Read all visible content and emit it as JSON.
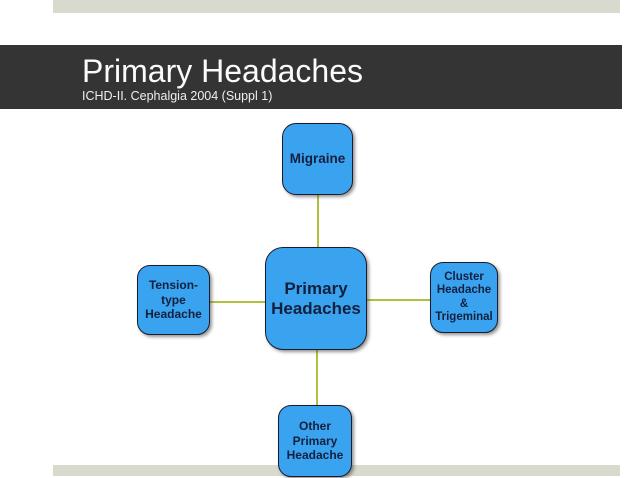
{
  "header": {
    "title": "Primary Headaches",
    "subtitle": "ICHD-II. Cephalgia 2004 (Suppl 1)",
    "band_color": "#343434",
    "title_color": "#fbfbfb",
    "subtitle_color": "#efefef"
  },
  "decor": {
    "strip_color": "#d8dacd"
  },
  "diagram": {
    "type": "hub-and-spoke",
    "node_fill": "#3aa3ef",
    "node_border": "#1b1b2f",
    "node_text_color": "#131f3e",
    "connector_color": "#b2c03e",
    "center": {
      "id": "primary-headaches",
      "label": "Primary\nHeadaches"
    },
    "nodes": [
      {
        "id": "migraine",
        "position": "top",
        "label": "Migraine"
      },
      {
        "id": "tension",
        "position": "left",
        "label": "Tension-\ntype\nHeadache"
      },
      {
        "id": "cluster",
        "position": "right",
        "label": "Cluster\nHeadache\n&\nTrigeminal"
      },
      {
        "id": "other",
        "position": "bottom",
        "label": "Other\nPrimary\nHeadache"
      }
    ],
    "connections": [
      [
        "migraine",
        "primary-headaches"
      ],
      [
        "tension",
        "primary-headaches"
      ],
      [
        "cluster",
        "primary-headaches"
      ],
      [
        "other",
        "primary-headaches"
      ]
    ]
  }
}
